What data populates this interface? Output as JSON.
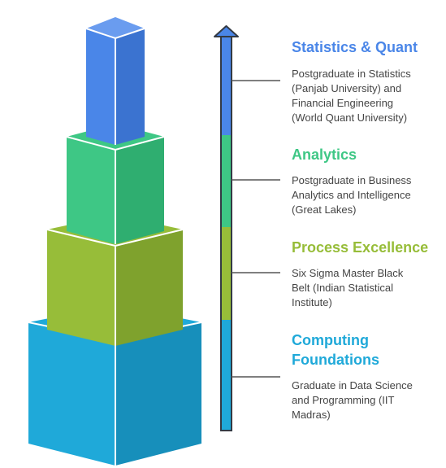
{
  "colors": {
    "statistics": "#4a86e8",
    "analytics": "#3ec785",
    "process": "#97bd39",
    "computing": "#1fa9d9",
    "outline": "#333a44",
    "connector": "#555555"
  },
  "levels": [
    {
      "key": "statistics",
      "title": "Statistics & Quant",
      "description": "Postgraduate in Statistics\n(Panjab University) and\nFinancial Engineering\n(World Quant University)"
    },
    {
      "key": "analytics",
      "title": "Analytics",
      "description": "Postgraduate in Business\nAnalytics and Intelligence\n(Great Lakes)"
    },
    {
      "key": "process",
      "title": "Process Excellence",
      "description": "Six Sigma Master Black\nBelt (Indian Statistical\nInstitute)"
    },
    {
      "key": "computing",
      "title": "Computing\nFoundations",
      "description": "Graduate in Data Science\nand Programming (IIT\nMadras)"
    }
  ]
}
